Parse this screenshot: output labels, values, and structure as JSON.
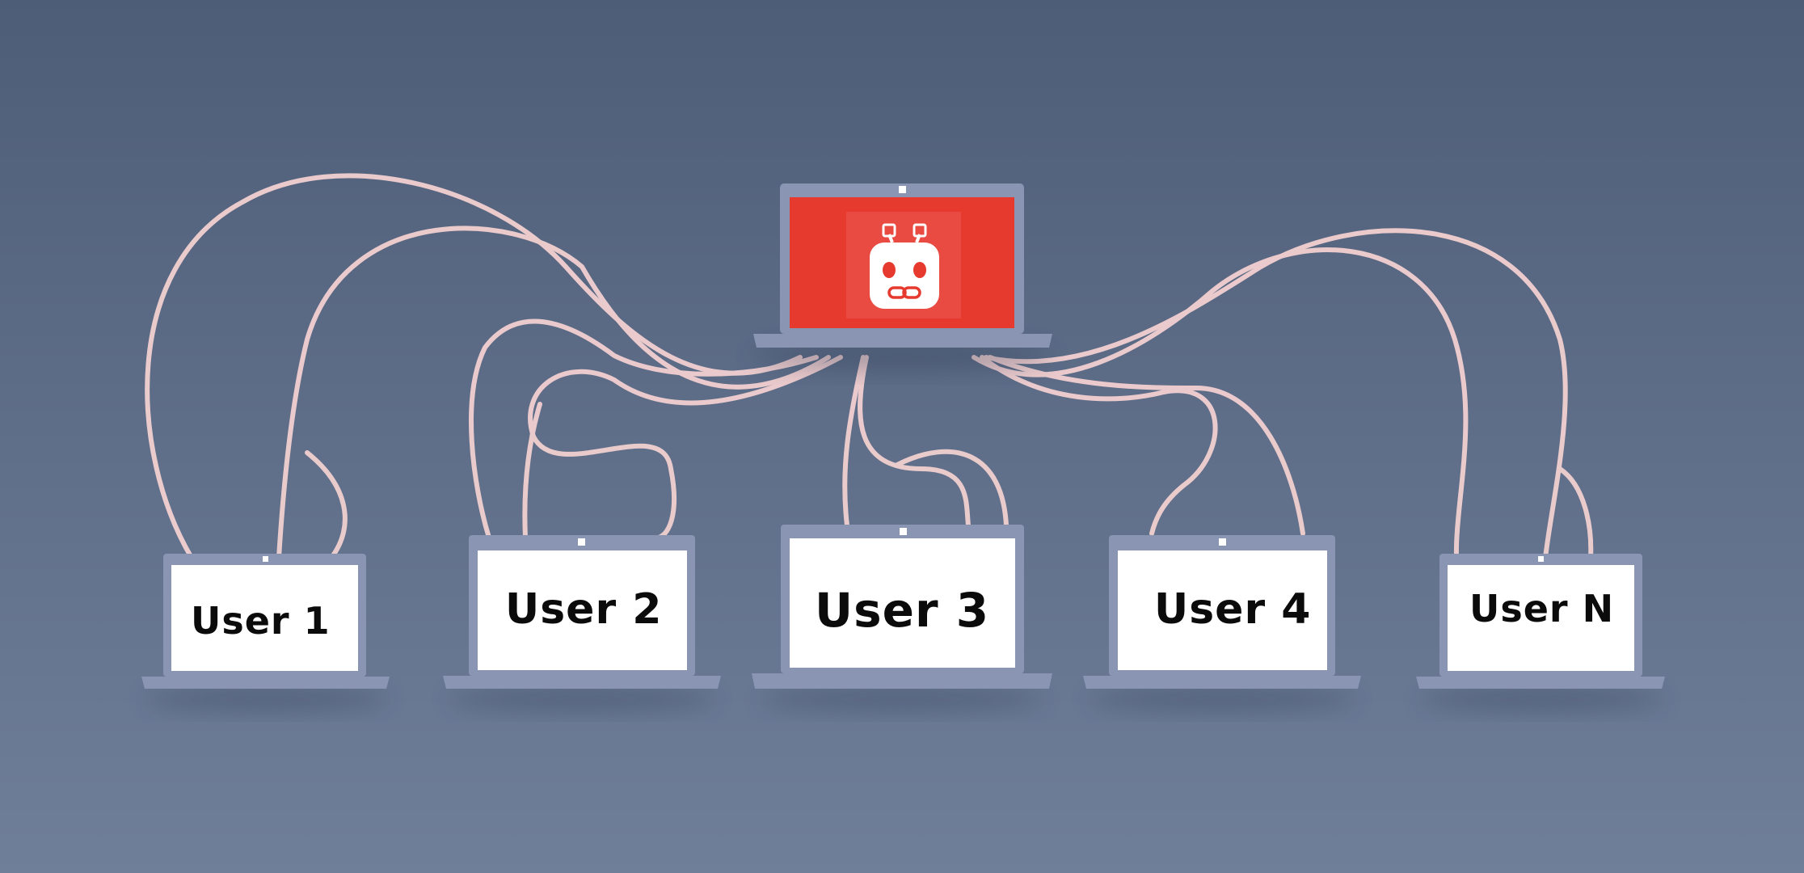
{
  "users": [
    {
      "id": "user-1",
      "label": "User 1"
    },
    {
      "id": "user-2",
      "label": "User 2"
    },
    {
      "id": "user-3",
      "label": "User 3"
    },
    {
      "id": "user-4",
      "label": "User 4"
    },
    {
      "id": "user-n",
      "label": "User N"
    }
  ],
  "hub": {
    "icon": "robot-chain-icon"
  },
  "colors": {
    "cable": "#e53d33",
    "hub_screen": "#e63a2e",
    "laptop_frame": "#8a95b3",
    "laptop_screen": "#ffffff"
  }
}
